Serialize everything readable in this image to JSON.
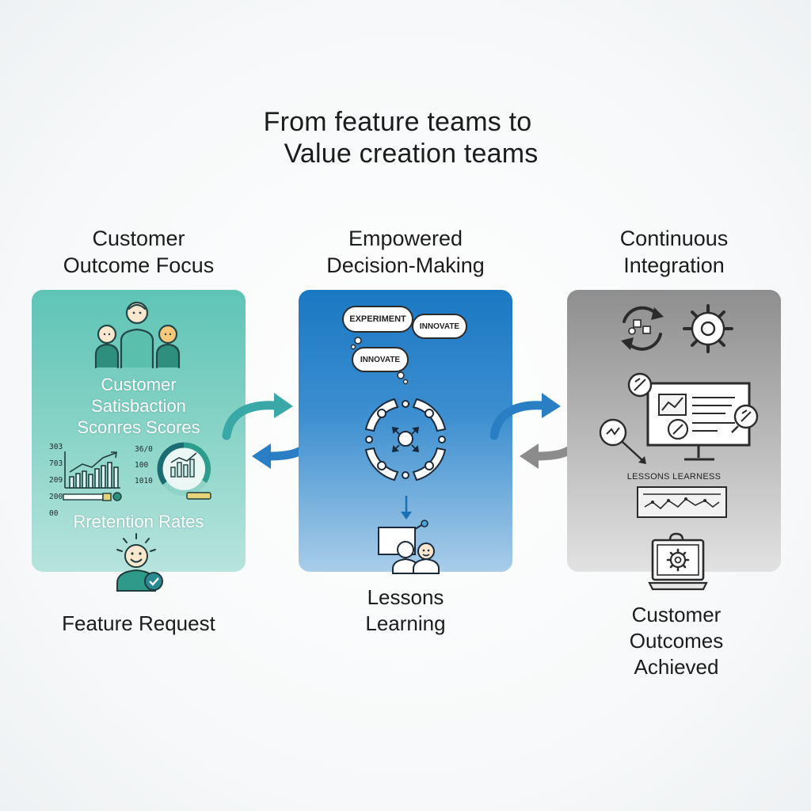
{
  "title": {
    "line1": "From feature teams to",
    "line2": "Value creation teams"
  },
  "columns": [
    {
      "heading_line1": "Customer",
      "heading_line2": "Outcome Focus",
      "panel_text_1": "Customer",
      "panel_text_2": "Satisbaction",
      "panel_text_3": "Sconres Scores",
      "y_ticks_left": [
        "303",
        "703",
        "209",
        "200",
        "00"
      ],
      "y_ticks_right": [
        "36/0",
        "100",
        "1010"
      ],
      "panel_text_4": "Rretention Rates",
      "footer": "Feature Request",
      "color": "#6cc9bc"
    },
    {
      "heading_line1": "Empowered",
      "heading_line2": "Decision-Making",
      "bubble_1": "EXPERIMENT",
      "bubble_2": "INNOVATE",
      "bubble_3": "INNOVATE",
      "footer_line1": "Lessons",
      "footer_line2": "Learning",
      "color": "#2a82c9"
    },
    {
      "heading_line1": "Continuous",
      "heading_line2": "Integration",
      "caption": "LESSONS LEARNESS",
      "footer_line1": "Customer",
      "footer_line2": "Outcomes",
      "footer_line3": "Achieved",
      "color": "#a3a3a3"
    }
  ],
  "arrow_colors": {
    "teal": "#3aa8a6",
    "blue": "#2a7fc4",
    "grey": "#8c8c8c"
  }
}
